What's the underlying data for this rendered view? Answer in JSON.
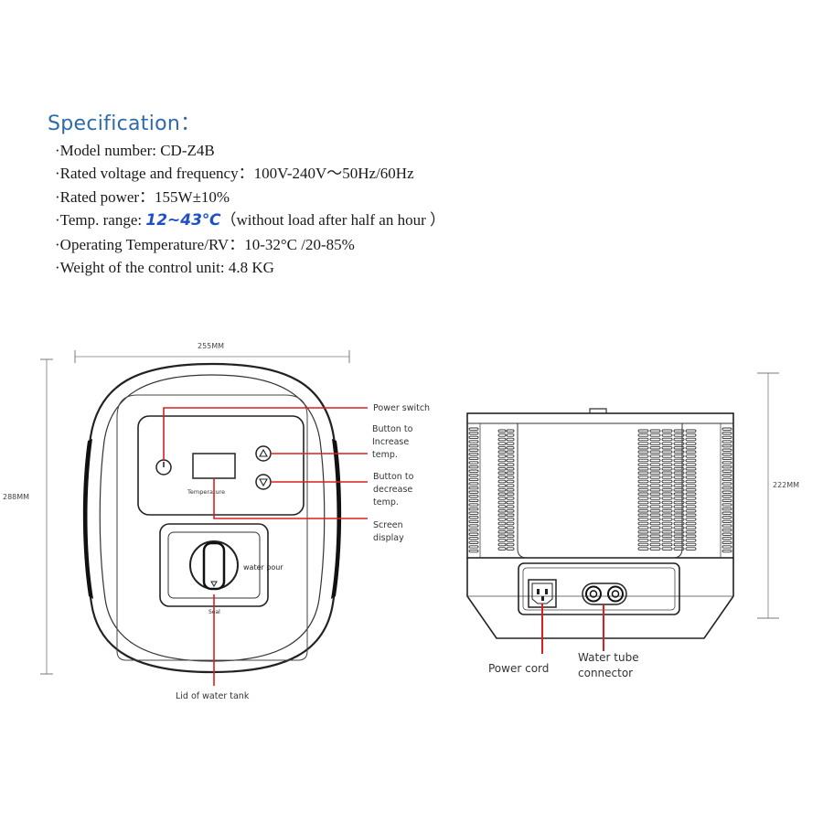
{
  "spec": {
    "heading": "Specification：",
    "items": {
      "model": "·Model number: CD-Z4B",
      "voltage": "·Rated voltage and frequency：100V-240V～50Hz/60Hz",
      "power": "·Rated power：155W±10%",
      "temp_prefix": "·Temp. range: ",
      "temp_value": "12~43℃",
      "temp_suffix": "（without load after half an hour ）",
      "operating": "·Operating Temperature/RV：10-32°C /20-85%",
      "weight": "·Weight of the control unit: 4.8 KG"
    }
  },
  "front_view": {
    "width_dim": "255MM",
    "height_dim": "288MM",
    "panel_text": "Temperature",
    "knob_label": "water pour",
    "knob_mark": "Seal",
    "callouts": {
      "power_switch": "Power switch",
      "increase": [
        "Button to",
        "Increase",
        "temp."
      ],
      "decrease": [
        "Button to",
        "decrease",
        "temp."
      ],
      "screen": [
        "Screen",
        "display"
      ],
      "lid": "Lid of water tank"
    }
  },
  "rear_view": {
    "height_dim": "222MM",
    "callouts": {
      "power_cord": "Power cord",
      "water_tube": [
        "Water tube",
        "connector"
      ]
    }
  },
  "colors": {
    "heading": "#2f6aa8",
    "highlight": "#1f4fc8",
    "leader": "#d92020",
    "dimension": "#7a7a7a"
  }
}
